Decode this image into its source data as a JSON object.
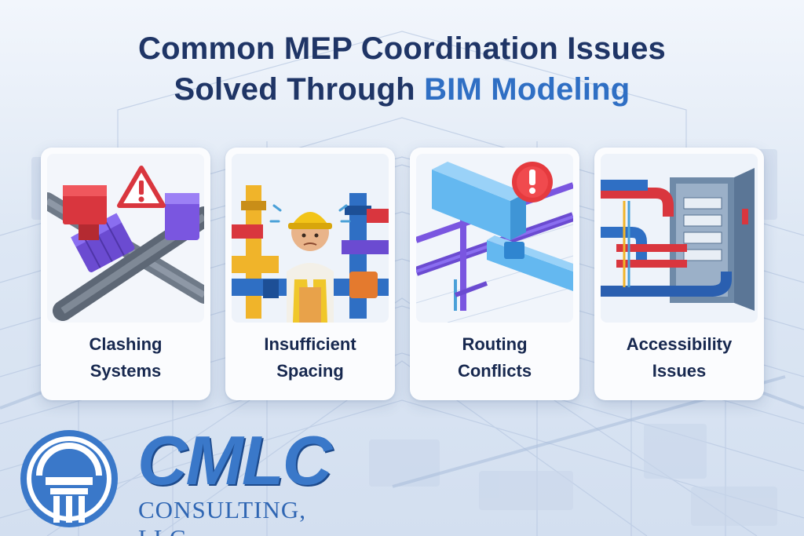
{
  "title": {
    "line1": "Common MEP Coordination Issues",
    "line2_prefix": "Solved Through ",
    "line2_accent": "BIM Modeling"
  },
  "cards": [
    {
      "line1": "Clashing",
      "line2": "Systems",
      "icon": "clashing-pipes-warning-icon"
    },
    {
      "line1": "Insufficient",
      "line2": "Spacing",
      "icon": "worker-between-pipes-icon"
    },
    {
      "line1": "Routing",
      "line2": "Conflicts",
      "icon": "routing-ducts-alert-icon"
    },
    {
      "line1": "Accessibility",
      "line2": "Issues",
      "icon": "electrical-panel-pipes-icon"
    }
  ],
  "logo": {
    "brand": "CMLC",
    "subtitle": "CONSULTING, LLC"
  },
  "colors": {
    "title": "#1f3566",
    "accent": "#2f6fc4",
    "logo": "#3a78c9",
    "background": "#e4ecf7",
    "card": "#fbfcfe"
  }
}
